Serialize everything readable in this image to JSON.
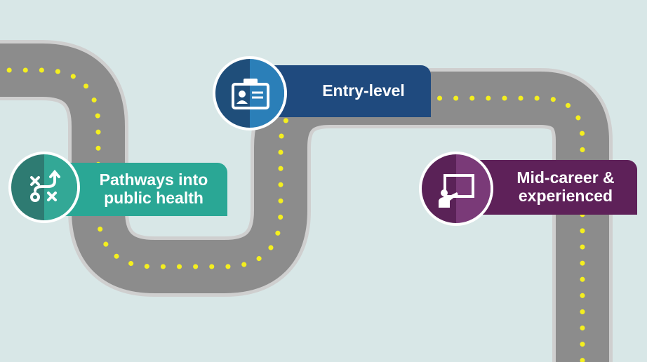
{
  "stages": [
    {
      "id": "pathways",
      "label": "Pathways into\npublic health",
      "icon": "strategy-icon",
      "color_dark": "#2e7b72",
      "color_light": "#33a896",
      "label_color": "#2aa795"
    },
    {
      "id": "entry",
      "label": "Entry-level",
      "icon": "id-badge-icon",
      "color_dark": "#1f4e7a",
      "color_light": "#2b7fb8",
      "label_color": "#1f4a7e"
    },
    {
      "id": "mid",
      "label": "Mid-career &\nexperienced",
      "icon": "presenter-icon",
      "color_dark": "#5a2257",
      "color_light": "#7a3a78",
      "label_color": "#5e2159"
    }
  ],
  "colors": {
    "background": "#d8e7e7",
    "road": "#8c8c8c",
    "road_edge": "#cfcfcf",
    "lane_dots": "#f4ef1f"
  }
}
